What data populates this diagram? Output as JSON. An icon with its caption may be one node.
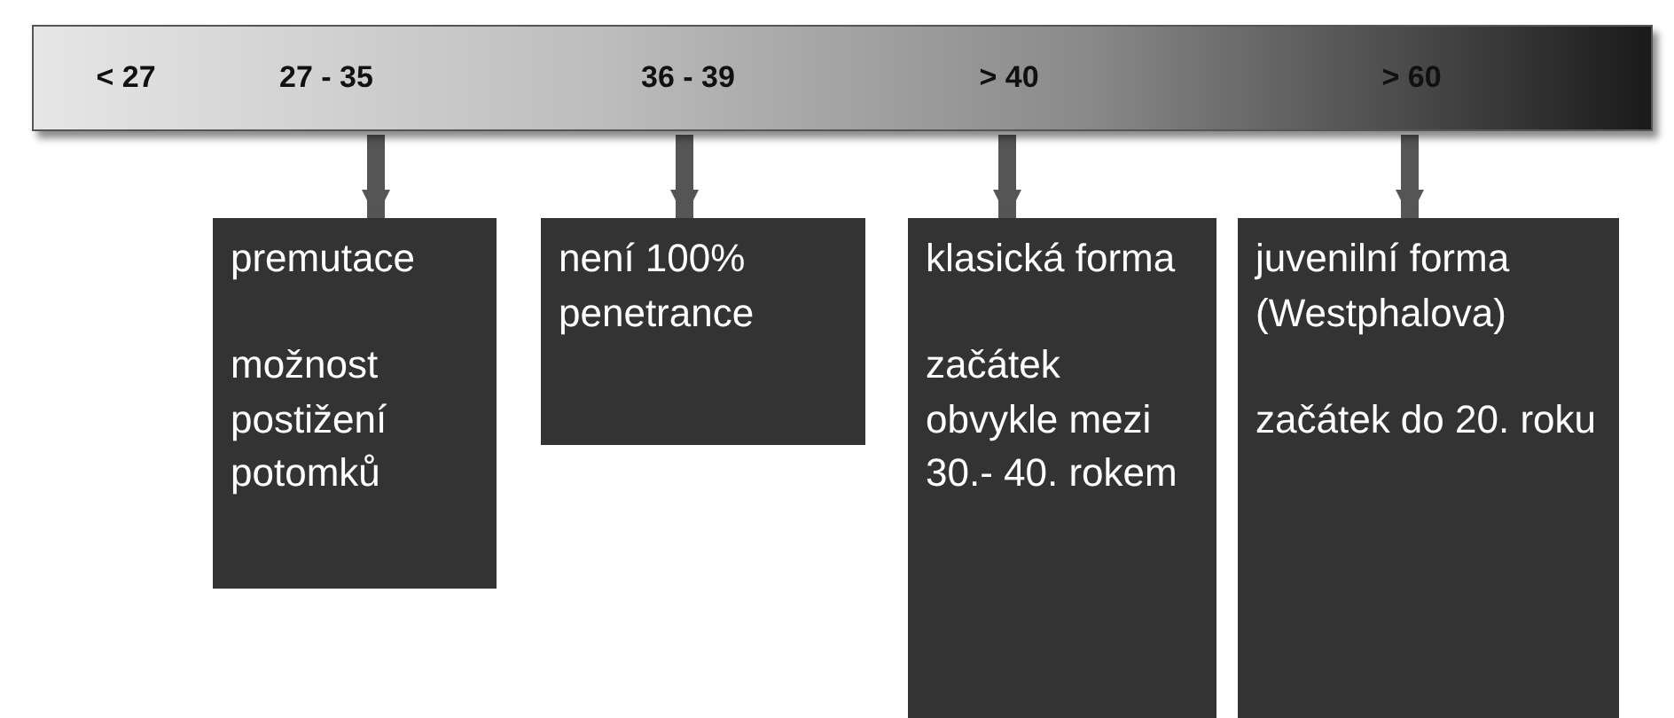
{
  "diagram": {
    "nodes": [
      {
        "text": [
          "< 27",
          "27 - 35",
          "36 - 39",
          "> 40",
          "> 60"
        ]
      },
      {
        "text": [
          "premutace",
          "možnost postižení potomků"
        ]
      },
      {
        "text": [
          "není 100% penetrance"
        ]
      },
      {
        "text": [
          "klasická forma",
          "začátek obvykle mezi 30.- 40. rokem"
        ]
      },
      {
        "text": [
          "juvenilní forma (Westphalova)",
          "začátek do 20. roku"
        ]
      }
    ],
    "edges": [
      {
        "from": 0,
        "to": 1,
        "arrow": "to"
      },
      {
        "from": 0,
        "to": 2,
        "arrow": "to"
      },
      {
        "from": 0,
        "to": 3,
        "arrow": "to"
      },
      {
        "from": 0,
        "to": 4,
        "arrow": "to"
      }
    ]
  }
}
